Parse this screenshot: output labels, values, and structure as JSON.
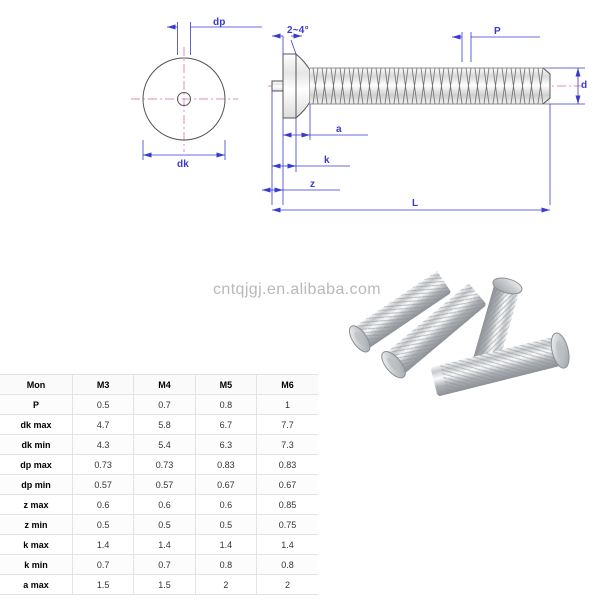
{
  "drawing": {
    "top_view": {
      "label_dp": "dp",
      "label_dk": "dk"
    },
    "side_view": {
      "label_angle": "2~4°",
      "label_pitch": "P",
      "label_diameter": "d",
      "label_a": "a",
      "label_k": "k",
      "label_z": "z",
      "label_length": "L"
    },
    "colors": {
      "dimension_line": "#3a3ad0",
      "centerline": "#e08bbd",
      "outline": "#555555"
    }
  },
  "watermark": {
    "text": "cntqjgj.en.alibaba.com"
  },
  "photo": {
    "alt": "four stainless steel flanged weld studs",
    "item_count": 4
  },
  "table": {
    "columns": [
      "Mon",
      "M3",
      "M4",
      "M5",
      "M6"
    ],
    "rows": [
      {
        "label": "P",
        "values": [
          "0.5",
          "0.7",
          "0.8",
          "1"
        ]
      },
      {
        "label": "dk max",
        "values": [
          "4.7",
          "5.8",
          "6.7",
          "7.7"
        ]
      },
      {
        "label": "dk min",
        "values": [
          "4.3",
          "5.4",
          "6.3",
          "7.3"
        ]
      },
      {
        "label": "dp max",
        "values": [
          "0.73",
          "0.73",
          "0.83",
          "0.83"
        ]
      },
      {
        "label": "dp min",
        "values": [
          "0.57",
          "0.57",
          "0.67",
          "0.67"
        ]
      },
      {
        "label": "z max",
        "values": [
          "0.6",
          "0.6",
          "0.6",
          "0.85"
        ]
      },
      {
        "label": "z min",
        "values": [
          "0.5",
          "0.5",
          "0.5",
          "0.75"
        ]
      },
      {
        "label": "k max",
        "values": [
          "1.4",
          "1.4",
          "1.4",
          "1.4"
        ]
      },
      {
        "label": "k min",
        "values": [
          "0.7",
          "0.7",
          "0.8",
          "0.8"
        ]
      },
      {
        "label": "a max",
        "values": [
          "1.5",
          "1.5",
          "2",
          "2"
        ]
      }
    ]
  }
}
